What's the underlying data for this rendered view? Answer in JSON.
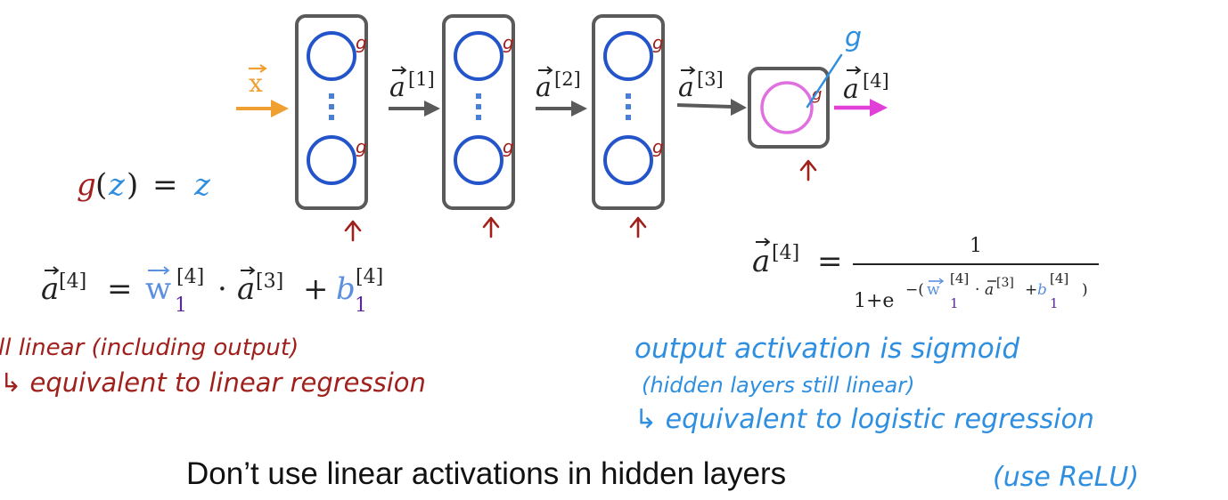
{
  "network": {
    "input_label": "x",
    "edge_labels": [
      "a",
      "a",
      "a",
      "a"
    ],
    "edge_superscripts": [
      "[1]",
      "[2]",
      "[3]",
      "[4]"
    ],
    "neuron_g": "g",
    "output_g": "g"
  },
  "activation_eq": {
    "g": "g",
    "open": "(",
    "z": "z",
    "close": ")",
    "equals": "=",
    "rhs": "z"
  },
  "linear_eq": {
    "lhs_a": "a",
    "lhs_sup": "[4]",
    "equals": "=",
    "w": "w",
    "w_sup": "[4]",
    "w_sub": "1",
    "dot": "·",
    "a": "a",
    "a_sup": "[3]",
    "plus": "+",
    "b": "b",
    "b_sup": "[4]",
    "b_sub": "1"
  },
  "sigmoid_eq": {
    "lhs_a": "a",
    "lhs_sup": "[4]",
    "equals": "=",
    "numerator": "1",
    "den_start": "1+e",
    "minus_paren": "−(",
    "w": "w",
    "w_sup": "[4]",
    "w_sub": "1",
    "dot": "·",
    "a": "a",
    "a_sup": "[3]",
    "plus": "+",
    "b": "b",
    "b_sup": "[4]",
    "b_sub": "1",
    "close": ")"
  },
  "notes_left": {
    "line1": "ll linear (including output)",
    "line2": "↳ equivalent to linear regression"
  },
  "notes_right": {
    "line1": "output activation is sigmoid",
    "line2": "(hidden layers still linear)",
    "line3": "↳ equivalent to logistic regression"
  },
  "caption": {
    "main": "Don’t use linear activations in hidden layers",
    "aside": "(use ReLU)"
  },
  "colors": {
    "neuron_blue": "#2354c9",
    "hand_red": "#a0201c",
    "hand_blue": "#2e8fe0",
    "output_pink": "#e070e0",
    "input_orange": "#f0a030",
    "w_blue": "#5b8fe0",
    "sub_purple": "#5a2a9a"
  }
}
